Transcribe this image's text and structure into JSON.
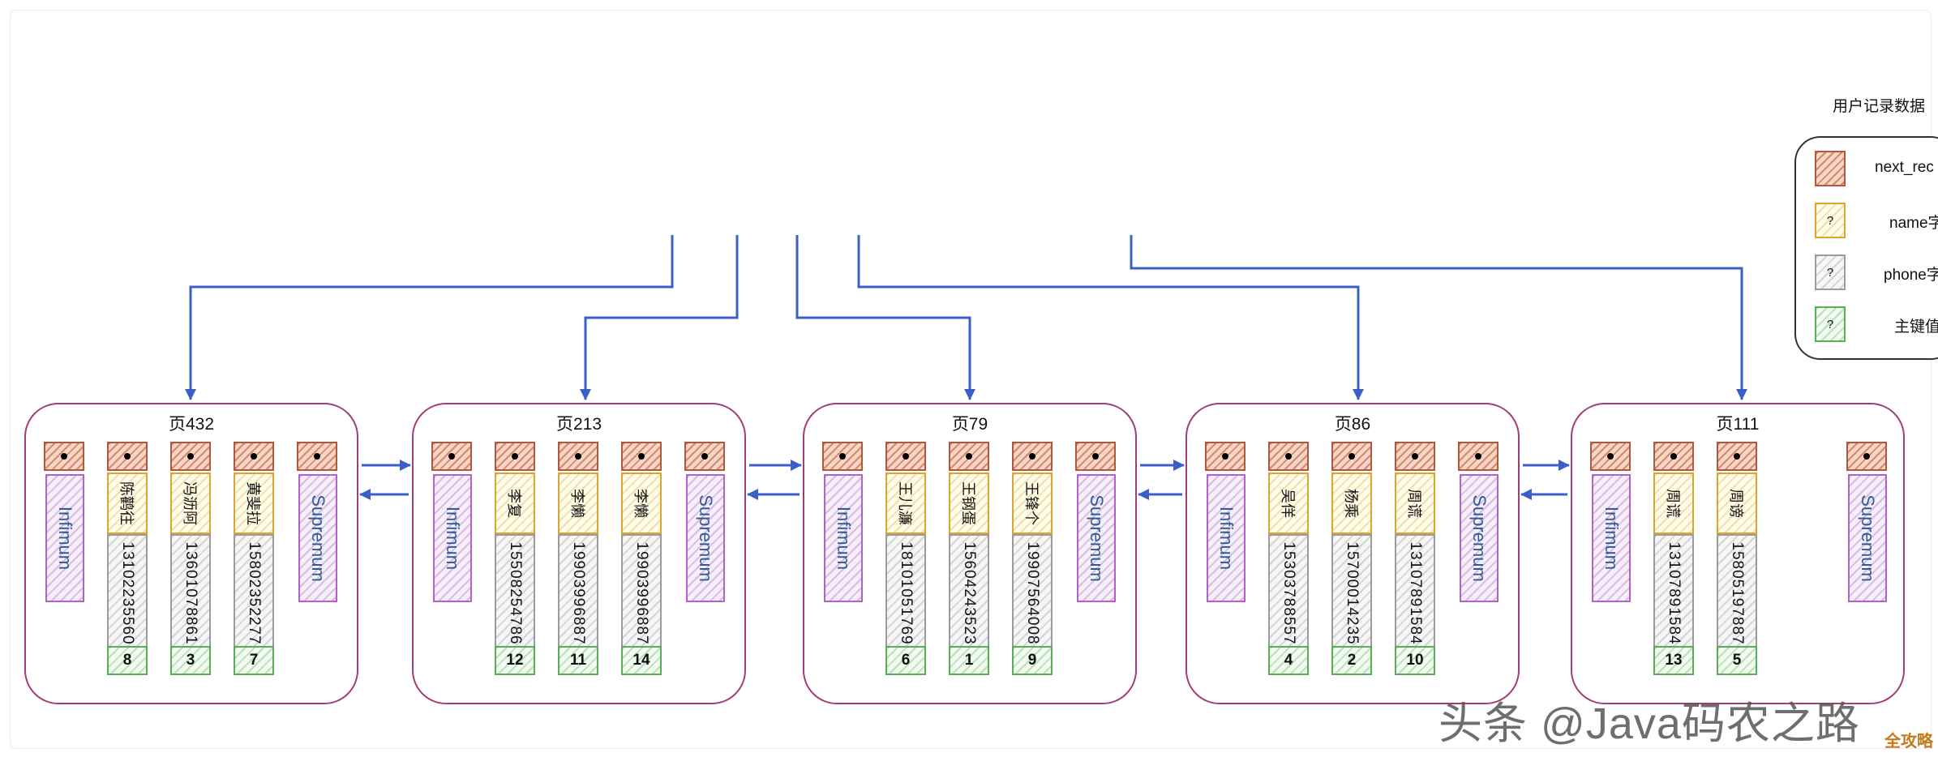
{
  "pages": [
    {
      "title": "页432",
      "infimum": "Infimum",
      "supremum": "Supremum",
      "records": [
        {
          "name": "陈鹳往",
          "phone": "13102235560",
          "key": "8"
        },
        {
          "name": "冯沥阿",
          "phone": "13601078861",
          "key": "3"
        },
        {
          "name": "黄斐拉",
          "phone": "15802352277",
          "key": "7"
        }
      ]
    },
    {
      "title": "页213",
      "infimum": "Infimum",
      "supremum": "Supremum",
      "records": [
        {
          "name": "李复",
          "phone": "15508254786",
          "key": "12"
        },
        {
          "name": "李懒",
          "phone": "19903996887",
          "key": "11"
        },
        {
          "name": "李懒",
          "phone": "19903996887",
          "key": "14"
        }
      ]
    },
    {
      "title": "页79",
      "infimum": "Infimum",
      "supremum": "Supremum",
      "records": [
        {
          "name": "王儿濂",
          "phone": "18101051769",
          "key": "6"
        },
        {
          "name": "王钢蛋",
          "phone": "15604243523",
          "key": "1"
        },
        {
          "name": "王锋个",
          "phone": "19907564008",
          "key": "9"
        }
      ]
    },
    {
      "title": "页86",
      "infimum": "Infimum",
      "supremum": "Supremum",
      "records": [
        {
          "name": "吴佯",
          "phone": "15303788557",
          "key": "4"
        },
        {
          "name": "杨乘",
          "phone": "15700014235",
          "key": "2"
        },
        {
          "name": "周谎",
          "phone": "13107891584",
          "key": "10"
        }
      ]
    },
    {
      "title": "页111",
      "infimum": "Infimum",
      "supremum": "Supremum",
      "records": [
        {
          "name": "周谎",
          "phone": "13107891584",
          "key": "13"
        },
        {
          "name": "周谤",
          "phone": "15805197887",
          "key": "5"
        }
      ]
    }
  ],
  "legend": {
    "title": "用户记录数据",
    "items": [
      {
        "label": "next_rec",
        "swatch_text": ""
      },
      {
        "label": "name字",
        "swatch_text": "?"
      },
      {
        "label": "phone字",
        "swatch_text": "?"
      },
      {
        "label": "主键值",
        "swatch_text": "?"
      }
    ]
  },
  "watermark": "头条 @Java码农之路",
  "corner_badge": "全攻略",
  "colors": {
    "page_border": "#a43e78",
    "pointer_red": "#b4563c",
    "system_record_purple": "#b261c9",
    "name_field_yellow": "#d9a72f",
    "phone_field_gray": "#9b9b9b",
    "key_green": "#5bab5b",
    "connector_blue": "#3b5fc7",
    "text_blue": "#2d5b94"
  }
}
